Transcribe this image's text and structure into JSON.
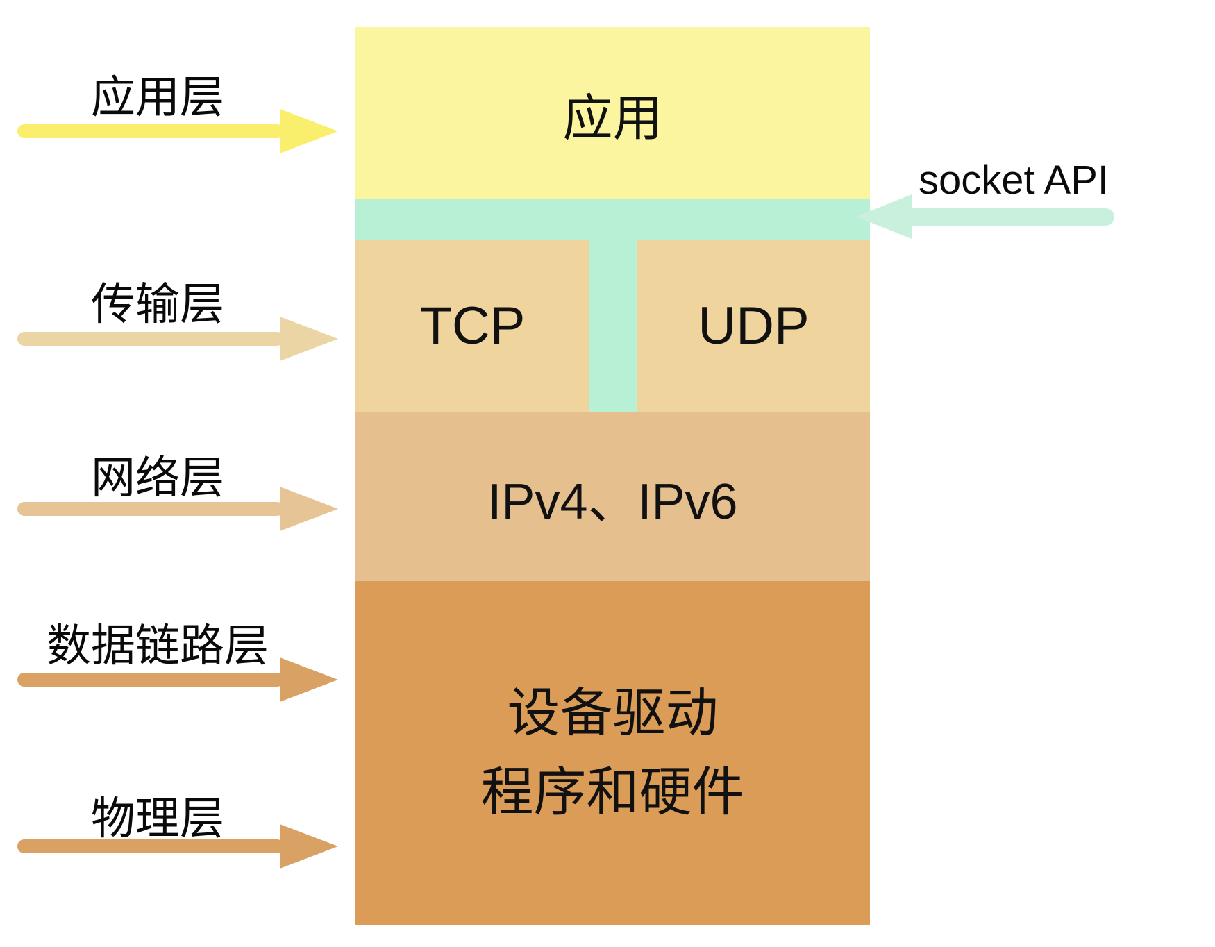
{
  "layers": [
    {
      "label": "应用层"
    },
    {
      "label": "传输层"
    },
    {
      "label": "网络层"
    },
    {
      "label": "数据链路层"
    },
    {
      "label": "物理层"
    }
  ],
  "stack": {
    "application": "应用",
    "tcp": "TCP",
    "udp": "UDP",
    "network": "IPv4、IPv6",
    "device_line1": "设备驱动",
    "device_line2": "程序和硬件"
  },
  "socket_api": {
    "label": "socket API"
  },
  "colors": {
    "application_box": "#FCF5A0",
    "application_arrow": "#FAEF6C",
    "socket_band": "#B8F0D6",
    "socket_arrow": "#C9F0DC",
    "transport_box": "#EFD59D",
    "transport_arrow": "#ECD5A4",
    "network_box": "#E6BF8E",
    "network_arrow": "#E7C495",
    "device_box": "#DB9C58",
    "datalink_arrow": "#D9A164",
    "physical_arrow": "#D9A164"
  }
}
